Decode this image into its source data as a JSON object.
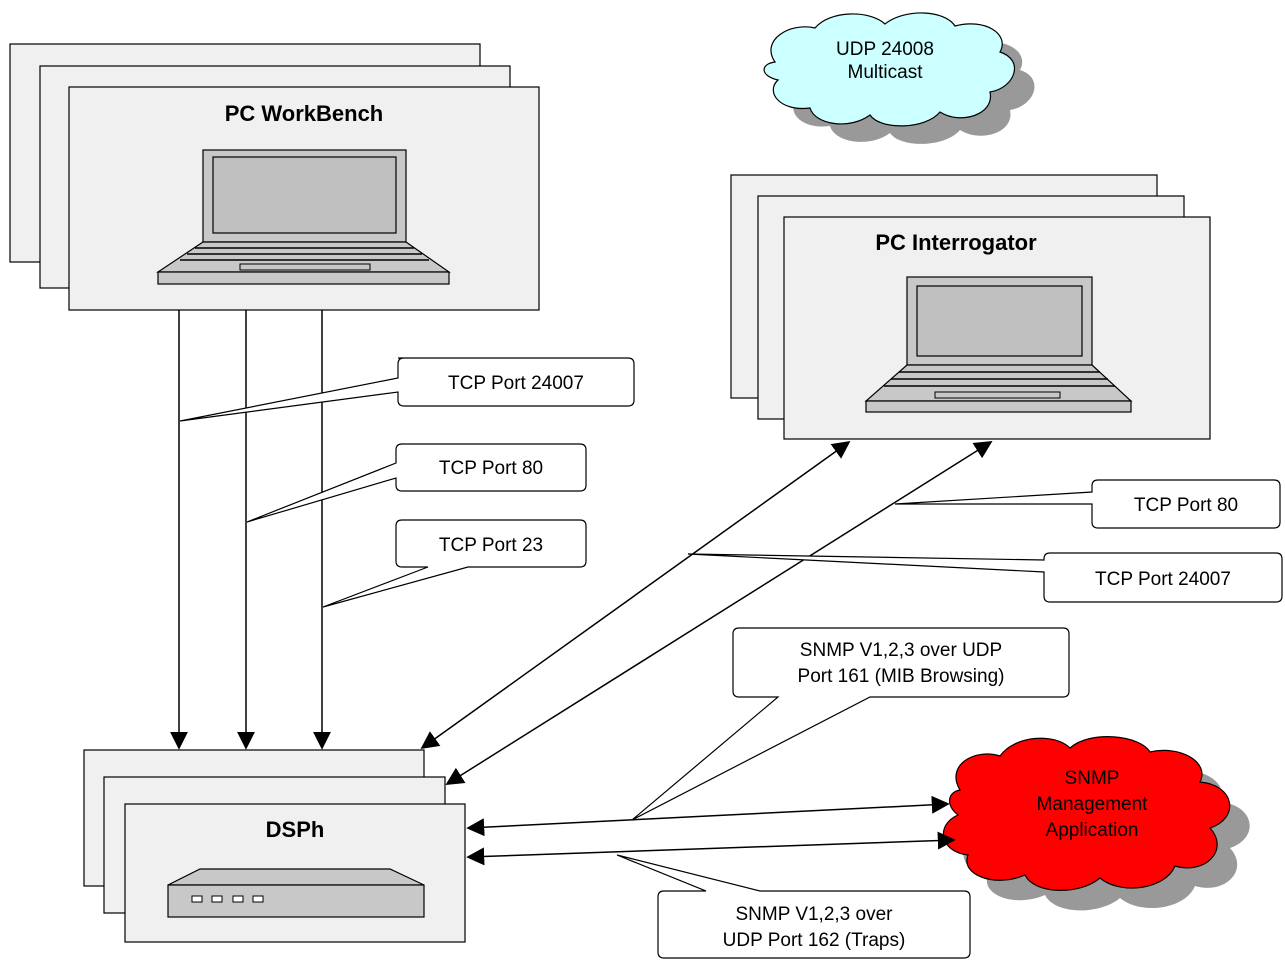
{
  "nodes": {
    "workbench": {
      "title": "PC WorkBench"
    },
    "interrogator": {
      "title": "PC Interrogator"
    },
    "dsph": {
      "title": "DSPh"
    },
    "multicast": {
      "line1": "UDP 24008",
      "line2": "Multicast"
    },
    "snmp_app": {
      "line1": "SNMP",
      "line2": "Management",
      "line3": "Application"
    }
  },
  "callouts": {
    "wb_tcp24007": "TCP Port 24007",
    "wb_tcp80": "TCP Port 80",
    "wb_tcp23": "TCP Port 23",
    "int_tcp80": "TCP Port 80",
    "int_tcp24007": "TCP Port 24007",
    "snmp161": {
      "line1": "SNMP V1,2,3 over UDP",
      "line2": "Port 161 (MIB Browsing)"
    },
    "snmp162": {
      "line1": "SNMP V1,2,3 over",
      "line2": "UDP Port 162 (Traps)"
    }
  },
  "colors": {
    "box_fill": "#f0f0f0",
    "multicast_cloud": "#ccffff",
    "snmp_cloud": "#ff0000",
    "cloud_shadow": "#999999"
  }
}
